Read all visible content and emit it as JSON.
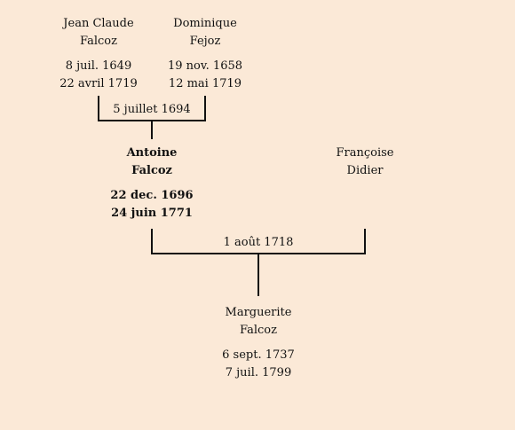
{
  "persons": {
    "p1": {
      "first": "Jean Claude",
      "last": "Falcoz",
      "birth": "8 juil. 1649",
      "death": "22 avril 1719"
    },
    "p2": {
      "first": "Dominique",
      "last": "Fejoz",
      "birth": "19 nov. 1658",
      "death": "12 mai 1719"
    },
    "p3": {
      "first": "Antoine",
      "last": "Falcoz",
      "birth": "22 dec. 1696",
      "death": "24 juin 1771"
    },
    "p4": {
      "first": "Françoise",
      "last": "Didier"
    },
    "p5": {
      "first": "Marguerite",
      "last": "Falcoz",
      "birth": "6 sept. 1737",
      "death": "7 juil. 1799"
    }
  },
  "marriages": {
    "m1": "5 juillet 1694",
    "m2": "1 août 1718"
  },
  "colors": {
    "background": "#fbe9d7",
    "lines": "#111111"
  }
}
